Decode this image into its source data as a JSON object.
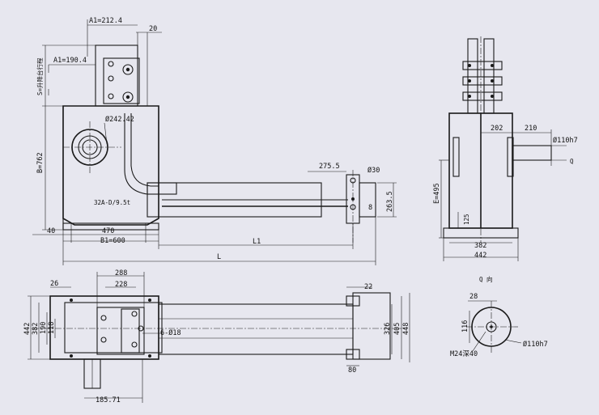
{
  "labels": {
    "a1_top": "A1=212.4",
    "a1_mid": "A1=190.4",
    "d20": "20",
    "s_label": "S=升降台行程",
    "phi242": "Ø242.42",
    "b762": "B=762",
    "model": "32A-D/9.5t",
    "d275": "275.5",
    "phi30": "Ø30",
    "d263": "263.5",
    "d8": "8",
    "d40": "40",
    "d470": "470",
    "b1": "B1=600",
    "l1": "L1",
    "l": "L",
    "d202": "202",
    "d210": "210",
    "phi110a": "Ø110h7",
    "q": "Q",
    "e495": "E=495",
    "d125": "125",
    "d382r": "382",
    "d442r": "442",
    "d288": "288",
    "d228": "228",
    "d26": "26",
    "d22": "22",
    "d442l": "442",
    "d382l": "382",
    "d190": "190",
    "d118": "118",
    "bolts": "6-Ø18",
    "d326": "326",
    "d405": "405",
    "d448": "448",
    "d80": "80",
    "d185": "185.71",
    "qview": "Q 向",
    "d28": "28",
    "d116": "116",
    "m24": "M24深40",
    "phi110b": "Ø110h7"
  }
}
